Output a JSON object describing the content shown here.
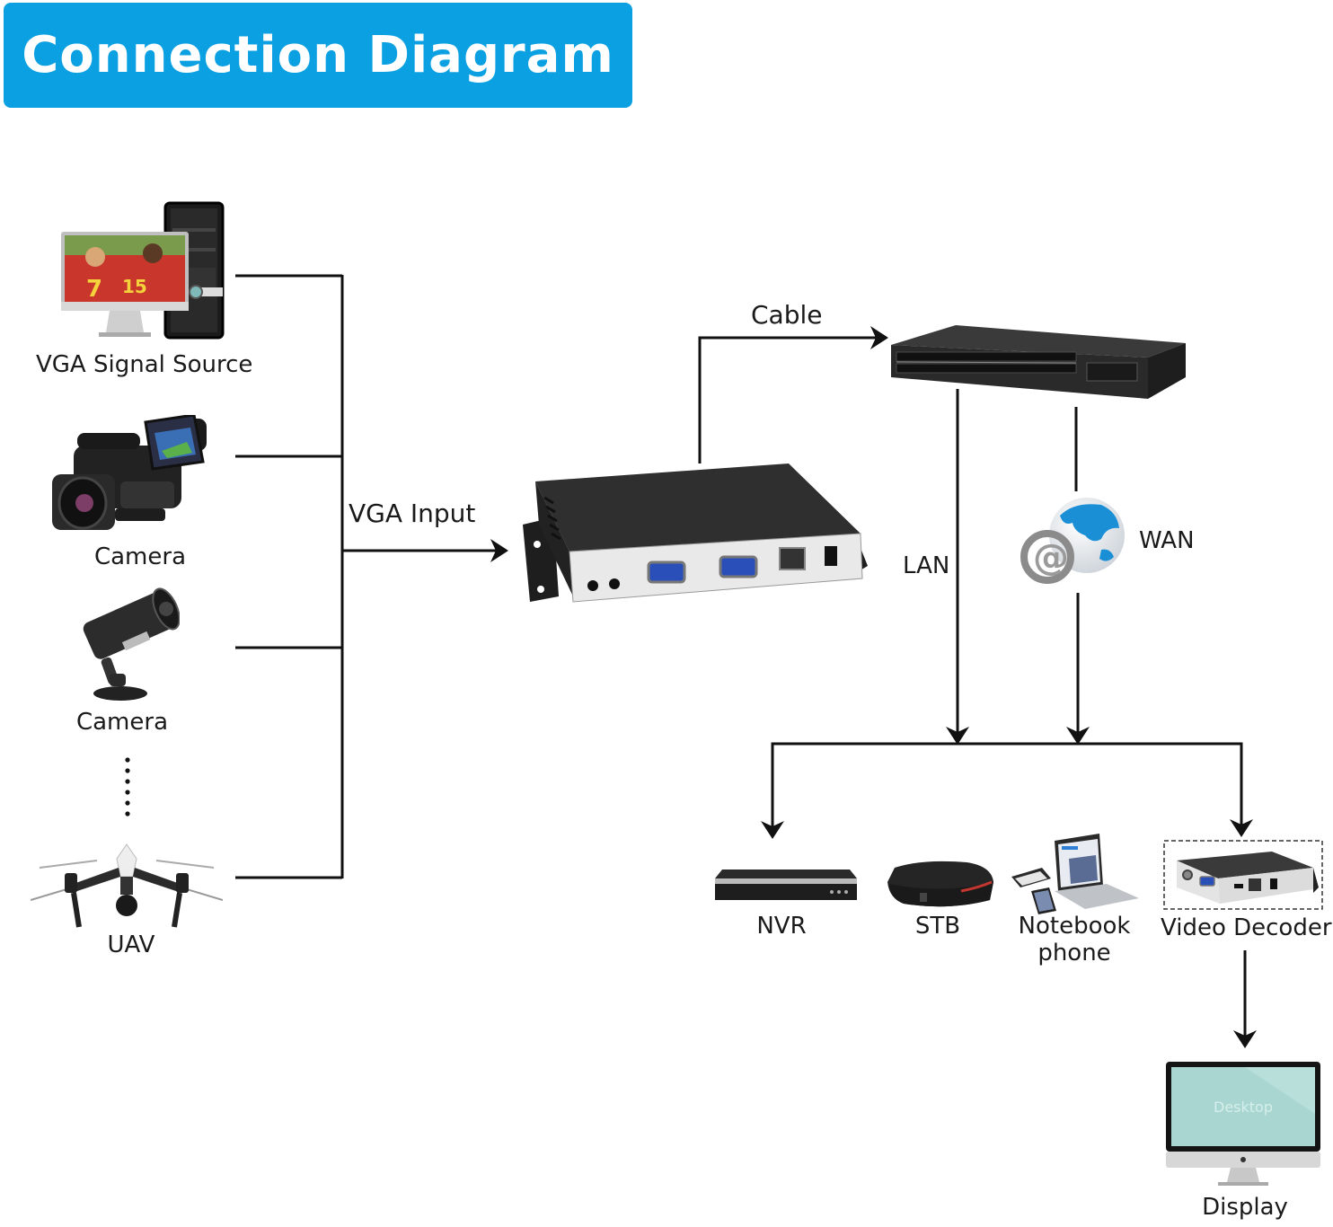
{
  "title": "Connection Diagram",
  "colors": {
    "banner": "#0aa0e2",
    "line": "#111111",
    "text": "#1a1a1a"
  },
  "sources": [
    {
      "label": "VGA Signal Source",
      "icon": "pc-monitor-icon"
    },
    {
      "label": "Camera",
      "icon": "camcorder-icon"
    },
    {
      "label": "Camera",
      "icon": "cctv-camera-icon"
    },
    {
      "label": "UAV",
      "icon": "drone-icon"
    }
  ],
  "edges": {
    "vga_input": "VGA Input",
    "cable": "Cable",
    "lan": "LAN",
    "wan": "WAN"
  },
  "encoder": {
    "icon": "video-encoder-icon"
  },
  "switch": {
    "icon": "network-switch-icon"
  },
  "internet": {
    "icon": "globe-at-icon"
  },
  "destinations": [
    {
      "label": "NVR",
      "icon": "nvr-icon"
    },
    {
      "label": "STB",
      "icon": "set-top-box-icon"
    },
    {
      "label": "Notebook\nphone",
      "line1": "Notebook",
      "line2": "phone",
      "icon": "laptop-phone-icon"
    },
    {
      "label": "Video Decoder",
      "icon": "video-decoder-icon"
    }
  ],
  "display": {
    "label": "Display",
    "screen_text": "Desktop",
    "icon": "display-monitor-icon"
  }
}
